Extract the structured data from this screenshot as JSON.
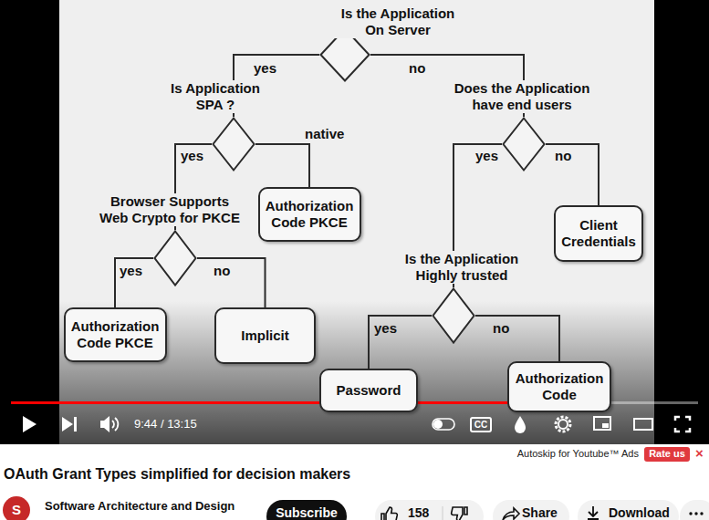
{
  "diagram": {
    "title": "OAuth Grant Types simplified for decision makers",
    "nodes": [
      {
        "text": [
          "Is the Application On Server"
        ]
      },
      {
        "text": [
          "Is Application SPA ?"
        ]
      },
      {
        "text": [
          "Does the Application have end users"
        ]
      },
      {
        "text": [
          "Browser Supports Web Crypto for PKCE"
        ]
      },
      {
        "text": [
          "Authorization Code PKCE"
        ]
      },
      {
        "text": [
          "Client Credentials"
        ]
      },
      {
        "text": [
          "Is the Application Highly trusted"
        ]
      },
      {
        "text": [
          "Authorization Code PKCE"
        ]
      },
      {
        "text": [
          "Implicit"
        ]
      },
      {
        "text": [
          "Password"
        ]
      },
      {
        "text": [
          "Authorization Code"
        ]
      },
      {
        "text": [
          "CC"
        ]
      },
      {
        "text": [
          "Rate us"
        ]
      },
      {
        "text": [
          "S"
        ]
      },
      {
        "text": [
          "Subscribe"
        ]
      },
      {
        "text": [
          "158"
        ]
      },
      {
        "text": [
          "Share"
        ]
      },
      {
        "text": [
          "Download"
        ]
      }
    ],
    "edges": [
      {
        "from": 0,
        "to": 1,
        "label": "yes",
        "arrow": "none"
      },
      {
        "from": 0,
        "to": 2,
        "label": "no",
        "arrow": "none"
      },
      {
        "from": 1,
        "to": 3,
        "label": "yes",
        "arrow": "none"
      },
      {
        "from": 1,
        "to": 4,
        "label": "native",
        "arrow": "none"
      },
      {
        "from": 2,
        "to": 6,
        "label": "yes",
        "arrow": "none"
      },
      {
        "from": 2,
        "to": 5,
        "label": "no",
        "arrow": "none"
      },
      {
        "from": 3,
        "to": 7,
        "label": "yes",
        "arrow": "none"
      },
      {
        "from": 3,
        "to": 8,
        "label": "no",
        "arrow": "none"
      },
      {
        "from": 6,
        "to": 9,
        "label": "yes",
        "arrow": "none"
      },
      {
        "from": 6,
        "to": 10,
        "label": "no",
        "arrow": "none"
      }
    ],
    "labels": [
      "9:44 / 13:15",
      "Autoskip for Youtube™ Ads",
      "×",
      "Software Architecture and Design"
    ]
  }
}
